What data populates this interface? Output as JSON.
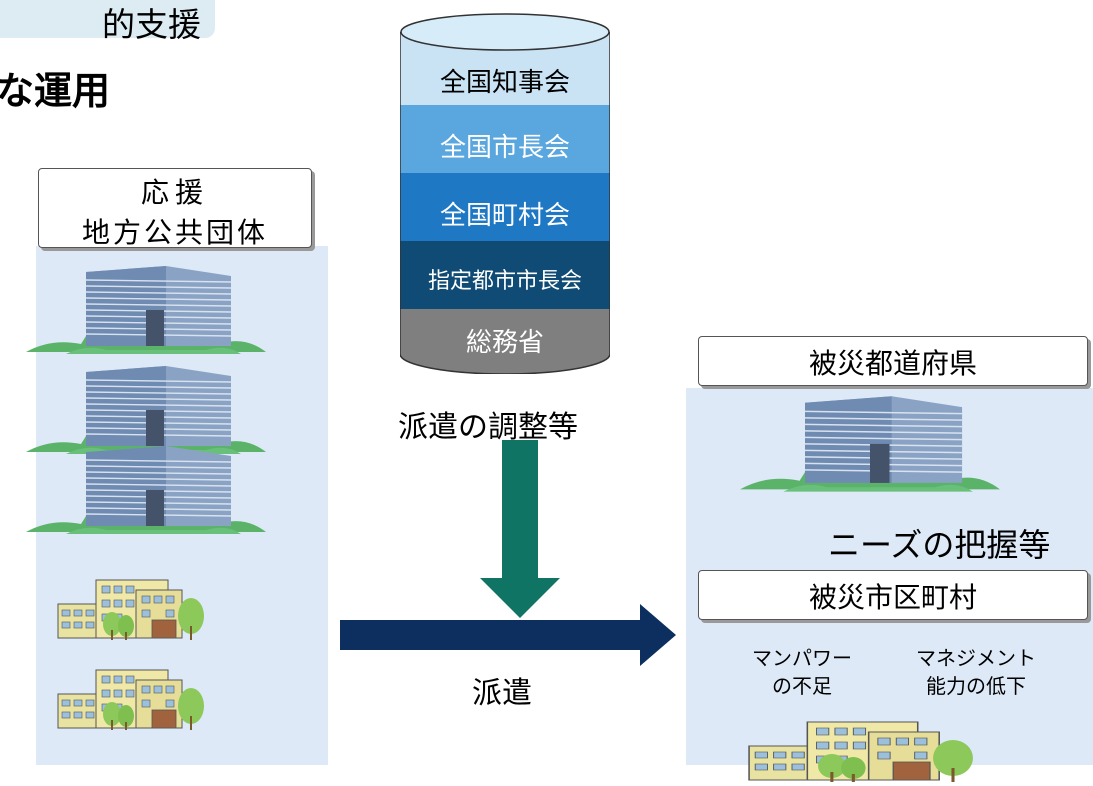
{
  "header": {
    "tag": "的支援",
    "subtitle": "な運用"
  },
  "left_panel": {
    "title_line1": "応援",
    "title_line2": "地方公共団体"
  },
  "center": {
    "layers": [
      "全国知事会",
      "全国市長会",
      "全国町村会",
      "指定都市市長会",
      "総務省"
    ],
    "caption": "派遣の調整等",
    "dispatch_label": "派遣"
  },
  "right_panel": {
    "prefecture_label": "被災都道府県",
    "needs_label": "ニーズの把握等",
    "municipality_label": "被災市区町村",
    "issue1_line1": "マンパワー",
    "issue1_line2": "の不足",
    "issue2_line1": "マネジメント",
    "issue2_line2": "能力の低下"
  },
  "colors": {
    "layer_1": "#c9e3f5",
    "layer_2": "#5aa6de",
    "layer_3": "#1f78c4",
    "layer_4": "#0f4b74",
    "layer_5": "#7f7f7f",
    "down_arrow": "#0f7463",
    "right_arrow": "#0c2f5f",
    "panel": "#dde9f7"
  }
}
